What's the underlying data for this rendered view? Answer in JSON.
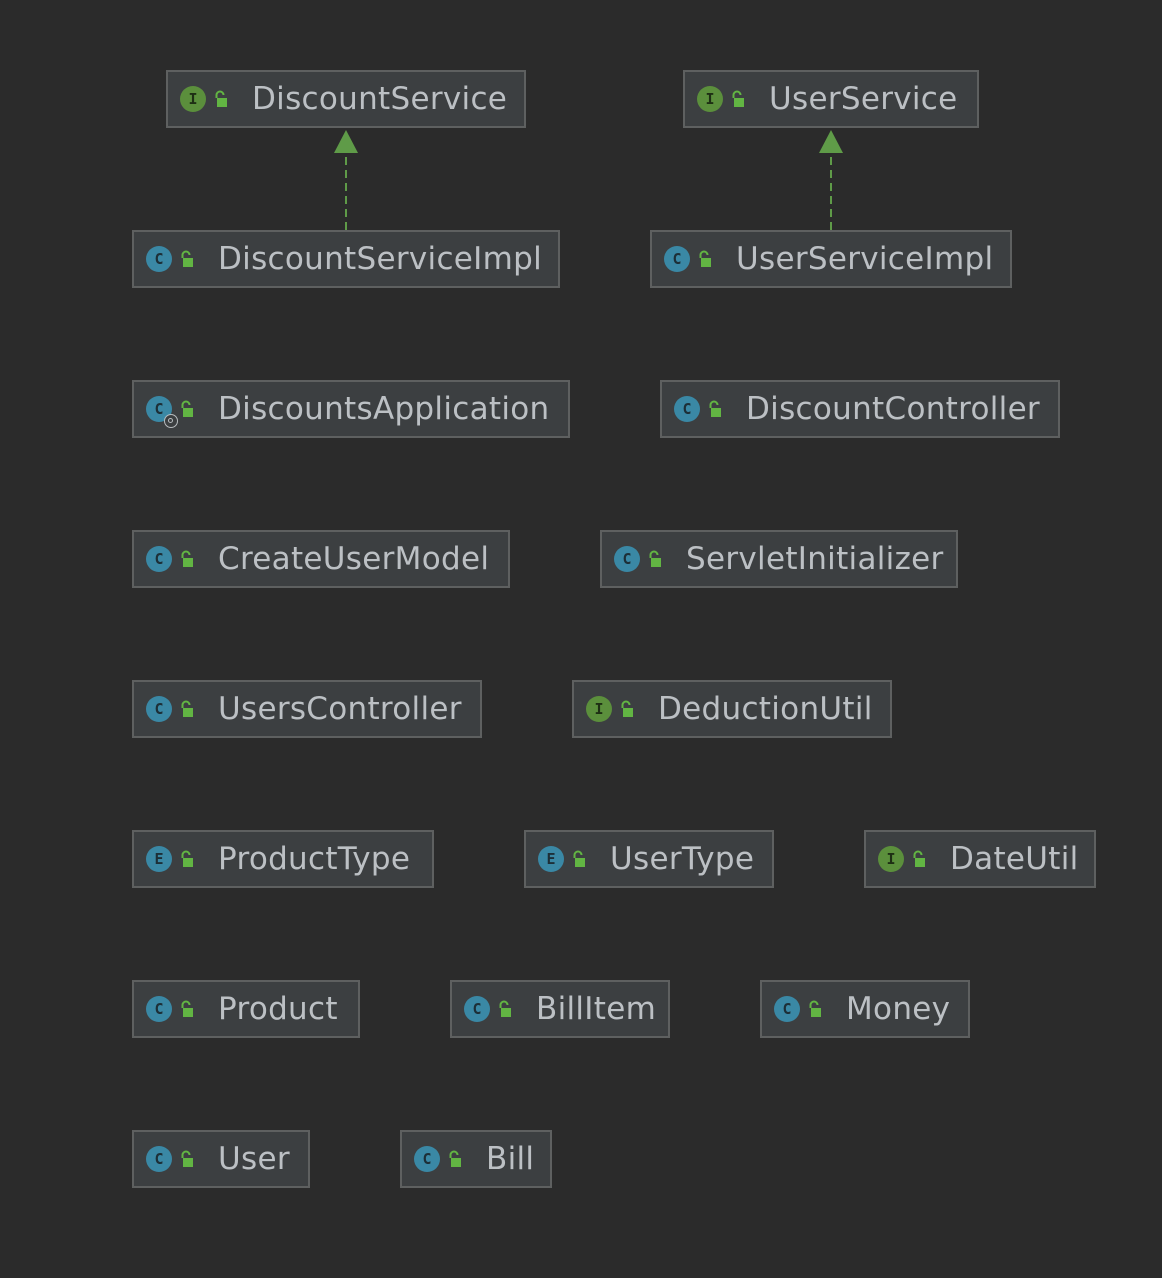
{
  "colors": {
    "background": "#2b2b2b",
    "node_fill": "#3c3f41",
    "node_border": "#5e6060",
    "text": "#bcc0c4",
    "class_icon": "#3a88a5",
    "interface_icon": "#5b8f3c",
    "relation_line": "#5f9b48"
  },
  "nodes": [
    {
      "id": "DiscountService",
      "kind": "I",
      "label": "DiscountService",
      "spring": false
    },
    {
      "id": "UserService",
      "kind": "I",
      "label": "UserService",
      "spring": false
    },
    {
      "id": "DiscountServiceImpl",
      "kind": "C",
      "label": "DiscountServiceImpl",
      "spring": false
    },
    {
      "id": "UserServiceImpl",
      "kind": "C",
      "label": "UserServiceImpl",
      "spring": false
    },
    {
      "id": "DiscountsApplication",
      "kind": "C",
      "label": "DiscountsApplication",
      "spring": true
    },
    {
      "id": "DiscountController",
      "kind": "C",
      "label": "DiscountController",
      "spring": false
    },
    {
      "id": "CreateUserModel",
      "kind": "C",
      "label": "CreateUserModel",
      "spring": false
    },
    {
      "id": "ServletInitializer",
      "kind": "C",
      "label": "ServletInitializer",
      "spring": false
    },
    {
      "id": "UsersController",
      "kind": "C",
      "label": "UsersController",
      "spring": false
    },
    {
      "id": "DeductionUtil",
      "kind": "I",
      "label": "DeductionUtil",
      "spring": false
    },
    {
      "id": "ProductType",
      "kind": "E",
      "label": "ProductType",
      "spring": false
    },
    {
      "id": "UserType",
      "kind": "E",
      "label": "UserType",
      "spring": false
    },
    {
      "id": "DateUtil",
      "kind": "I",
      "label": "DateUtil",
      "spring": false
    },
    {
      "id": "Product",
      "kind": "C",
      "label": "Product",
      "spring": false
    },
    {
      "id": "BillItem",
      "kind": "C",
      "label": "BillItem",
      "spring": false
    },
    {
      "id": "Money",
      "kind": "C",
      "label": "Money",
      "spring": false
    },
    {
      "id": "User",
      "kind": "C",
      "label": "User",
      "spring": false
    },
    {
      "id": "Bill",
      "kind": "C",
      "label": "Bill",
      "spring": false
    }
  ],
  "edges": [
    {
      "from": "DiscountServiceImpl",
      "to": "DiscountService",
      "type": "implements",
      "style": "dashed"
    },
    {
      "from": "UserServiceImpl",
      "to": "UserService",
      "type": "implements",
      "style": "dashed"
    }
  ]
}
